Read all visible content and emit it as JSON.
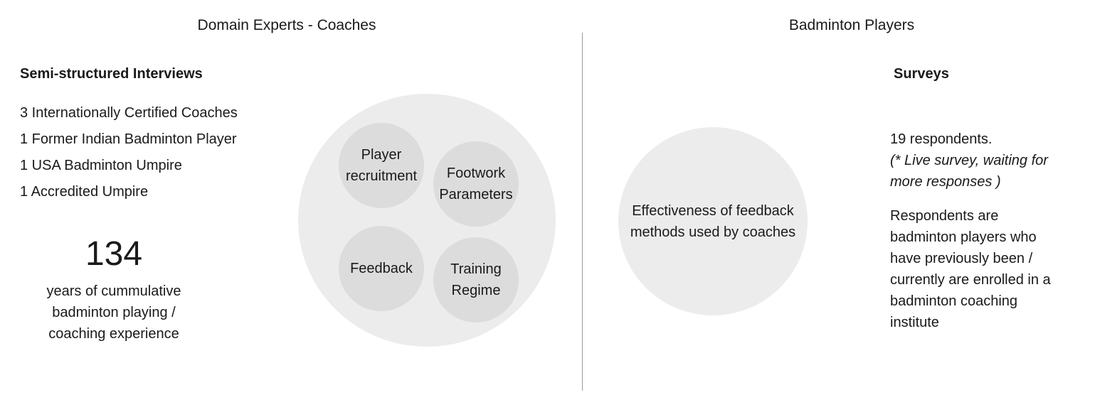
{
  "left": {
    "section_title": "Domain Experts - Coaches",
    "heading": "Semi-structured Interviews",
    "experts": [
      "3 Internationally Certified Coaches",
      "1 Former Indian Badminton Player",
      "1 USA Badminton Umpire",
      "1 Accredited Umpire"
    ],
    "stat_number": "134",
    "stat_caption": [
      "years of cummulative",
      "badminton playing /",
      "coaching experience"
    ],
    "topics": {
      "player_recruitment": [
        "Player",
        "recruitment"
      ],
      "footwork_parameters": [
        "Footwork",
        "Parameters"
      ],
      "feedback": [
        "Feedback"
      ],
      "training_regime": [
        "Training",
        "Regime"
      ]
    }
  },
  "right": {
    "section_title": "Badminton Players",
    "heading": "Surveys",
    "topic": [
      "Effectiveness of feedback",
      "methods used by coaches"
    ],
    "respondents": "19 respondents.",
    "note": [
      "(* Live survey, waiting for",
      "more responses )"
    ],
    "description": [
      "Respondents are",
      "badminton players who",
      "have previously been /",
      "currently are enrolled in a",
      "badminton coaching",
      "institute"
    ]
  },
  "colors": {
    "outer_circle": "#ececec",
    "inner_circle": "#dcdcdc",
    "divider": "#9a9a9a"
  }
}
